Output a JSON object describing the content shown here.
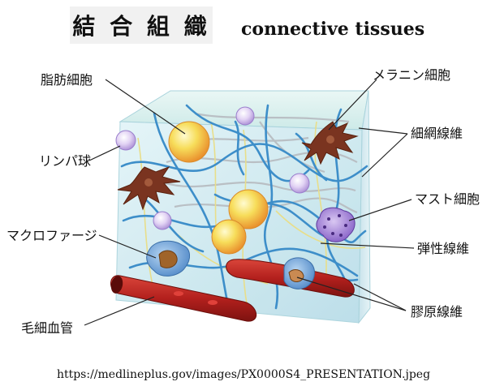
{
  "title": {
    "japanese": "結 合 組 織",
    "english": "connective tissues"
  },
  "labels": {
    "adipocyte": "脂肪細胞",
    "melanocyte": "メラニン細胞",
    "reticular_fiber": "細網線維",
    "lymphocyte": "リンパ球",
    "mast_cell": "マスト細胞",
    "macrophage": "マクロファージ",
    "elastic_fiber": "弾性線維",
    "collagen_fiber": "膠原線維",
    "capillary": "毛細血管"
  },
  "source_url": "https://medlineplus.gov/images/PX0000S4_PRESENTATION.jpeg",
  "colors": {
    "cube_fill": "#cfeaf0",
    "collagen": "#3d8ec9",
    "elastic": "#e8de8a",
    "reticular": "#b9bfc4",
    "capillary": "#b3201d",
    "adipocyte": "#f4b63a",
    "lymphocyte": "#c9b3e6",
    "melanocyte": "#7a3420",
    "macrophage": "#6fa6dc",
    "mast_cell": "#8a62c9"
  }
}
